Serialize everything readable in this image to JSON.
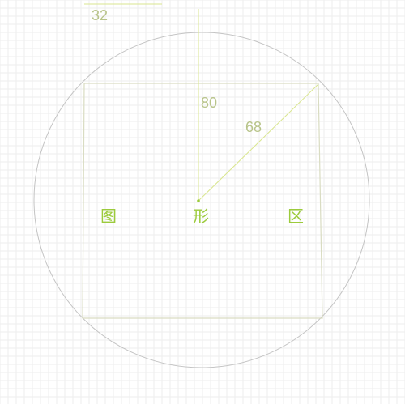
{
  "diagram": {
    "labels": {
      "margin": "32",
      "circle_radius": "80",
      "square_diagonal": "68",
      "graphic_area": [
        "图",
        "形",
        "区"
      ]
    },
    "colors": {
      "background": "#ffffff",
      "grid": "#eeeeee",
      "circle": "#c4c4c4",
      "square": "#d9dcc2",
      "guide": "#d9e68f",
      "dimension_text": "#b8c48a",
      "glyph_text": "#9ccb3c"
    }
  }
}
